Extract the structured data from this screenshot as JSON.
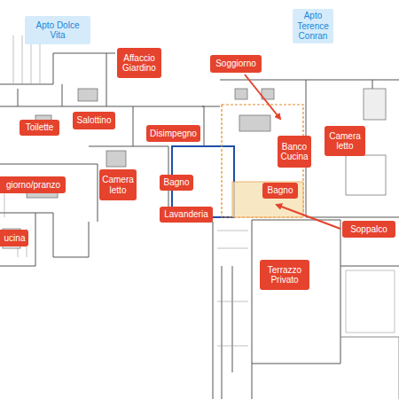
{
  "diagram": {
    "nodes": [
      {
        "text": [
          "Apto Dolce Vita"
        ]
      },
      {
        "text": [
          "Apto Terence Conran"
        ]
      },
      {
        "text": [
          "Affaccio Giardino"
        ]
      },
      {
        "text": [
          "Soggiorno"
        ]
      },
      {
        "text": [
          "Toilette"
        ]
      },
      {
        "text": [
          "Salottino"
        ]
      },
      {
        "text": [
          "Disimpegno"
        ]
      },
      {
        "text": [
          "Banco Cucina"
        ]
      },
      {
        "text": [
          "Camera letto"
        ]
      },
      {
        "text": [
          "giorno/pranzo"
        ]
      },
      {
        "text": [
          "Camera letto"
        ]
      },
      {
        "text": [
          "Bagno"
        ]
      },
      {
        "text": [
          "Bagno"
        ]
      },
      {
        "text": [
          "Lavanderia"
        ]
      },
      {
        "text": [
          "Soppalco"
        ]
      },
      {
        "text": [
          "ucina"
        ]
      },
      {
        "text": [
          "Terrazzo Privato"
        ]
      }
    ]
  }
}
